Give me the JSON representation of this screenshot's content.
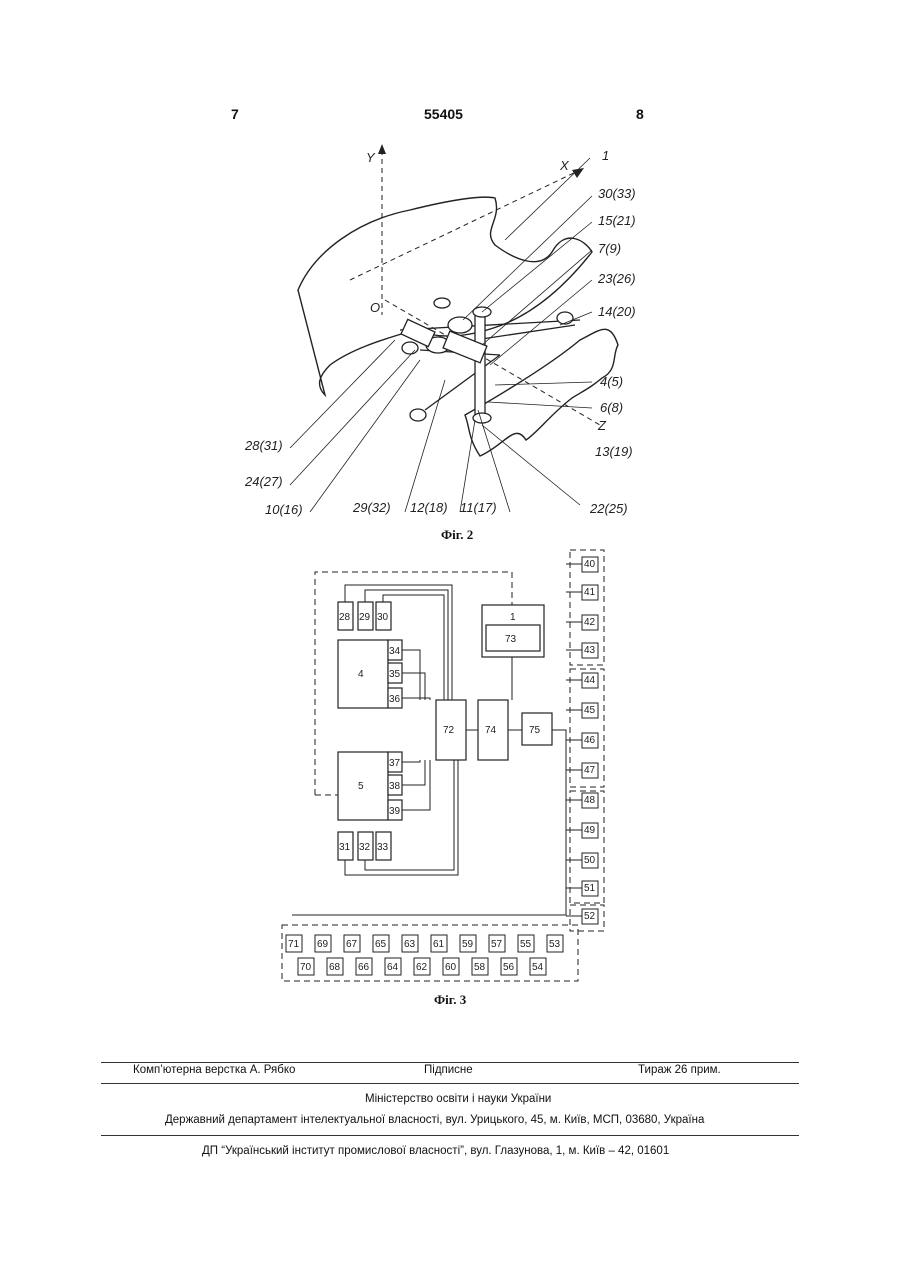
{
  "header": {
    "left_page": "7",
    "patent_number": "55405",
    "right_page": "8"
  },
  "figure2": {
    "caption": "Фіг. 2",
    "axes": [
      "Y",
      "X",
      "Z",
      "O"
    ],
    "labels": [
      "1",
      "30(33)",
      "15(21)",
      "7(9)",
      "23(26)",
      "14(20)",
      "4(5)",
      "6(8)",
      "13(19)",
      "22(25)",
      "11(17)",
      "12(18)",
      "29(32)",
      "10(16)",
      "24(27)",
      "28(31)"
    ]
  },
  "figure3": {
    "caption": "Фіг. 3",
    "blocks": {
      "b4": "4",
      "b5": "5",
      "b72": "72",
      "b74": "74",
      "b75": "75",
      "b1": "1",
      "b73": "73",
      "b28": "28",
      "b29": "29",
      "b30": "30",
      "b31": "31",
      "b32": "32",
      "b33": "33",
      "b34": "34",
      "b35": "35",
      "b36": "36",
      "b37": "37",
      "b38": "38",
      "b39": "39"
    },
    "right_column": [
      "40",
      "41",
      "42",
      "43",
      "44",
      "45",
      "46",
      "47",
      "48",
      "49",
      "50",
      "51",
      "52"
    ],
    "bottom_top_row": [
      "71",
      "69",
      "67",
      "65",
      "63",
      "61",
      "59",
      "57",
      "55",
      "53"
    ],
    "bottom_bottom_row": [
      "70",
      "68",
      "66",
      "64",
      "62",
      "60",
      "58",
      "56",
      "54"
    ]
  },
  "footer": {
    "layout": "Комп’ютерна верстка А. Рябко",
    "signed": "Підписне",
    "circulation": "Тираж 26 прим.",
    "ministry": "Міністерство освіти і науки України",
    "department": "Державний департамент інтелектуальної власності, вул. Урицького, 45, м. Київ, МСП, 03680, Україна",
    "institute": "ДП “Український інститут промислової власності”, вул. Глазунова, 1, м. Київ – 42, 01601"
  }
}
